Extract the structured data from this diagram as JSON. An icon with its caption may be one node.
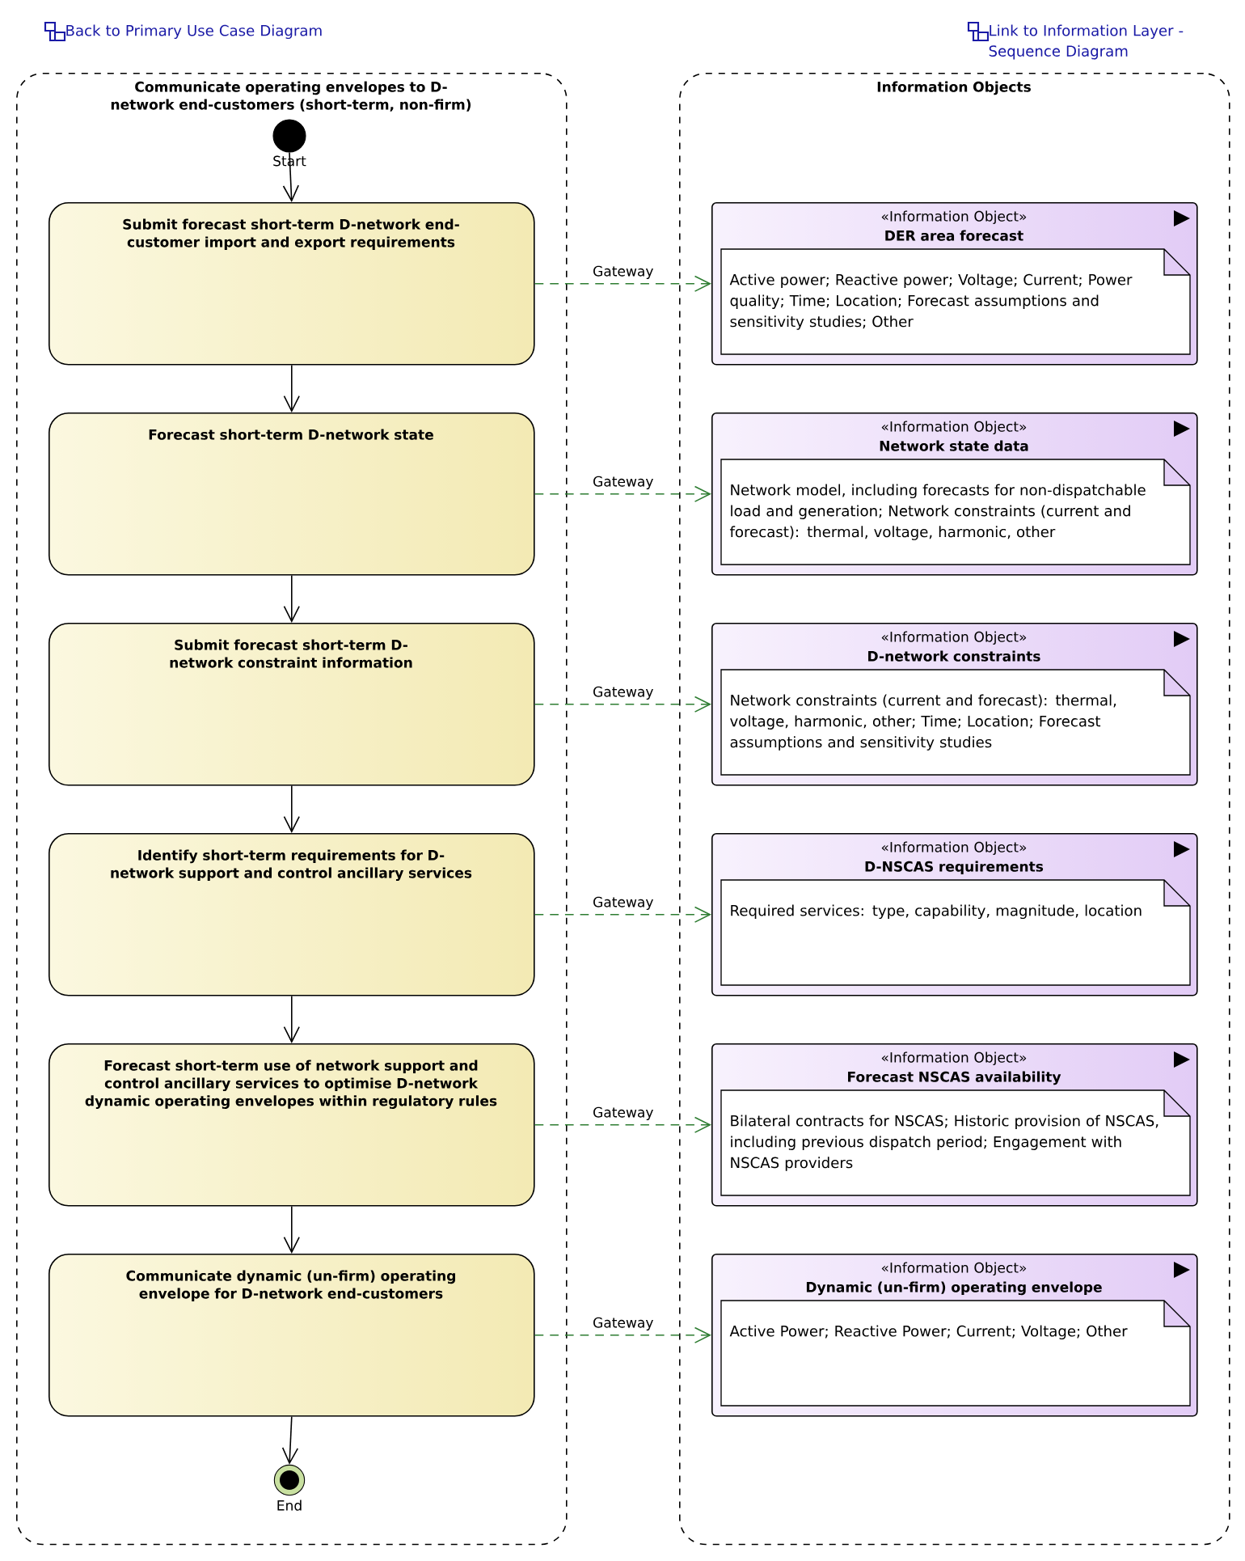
{
  "diagram": {
    "nodes": [
      {
        "text": [
          "Communicate operating envelopes to D-network end-customers (short-term, non-firm)"
        ]
      },
      {
        "text": [
          "Information Objects"
        ]
      },
      {
        "text": [],
        "shape": "circle",
        "beside": [
          "Start"
        ],
        "in": 0
      },
      {
        "text": [
          "Submit forecast short-term D-network end-customer import and export requirements"
        ],
        "in": 0
      },
      {
        "text": [
          "Forecast short-term D-network state"
        ],
        "in": 0
      },
      {
        "text": [
          "Submit forecast short-term D-network constraint information"
        ],
        "in": 0
      },
      {
        "text": [
          "Identify short-term requirements for D-network support and control ancillary services"
        ],
        "in": 0
      },
      {
        "text": [
          "Forecast short-term use of network support and control ancillary services to optimise D-network dynamic operating envelopes within regulatory rules"
        ],
        "in": 0
      },
      {
        "text": [
          "Communicate dynamic (un-firm) operating envelope for D-network end-customers"
        ],
        "in": 0
      },
      {
        "text": [],
        "shape": "circle",
        "beside": [
          "End"
        ],
        "in": 0
      },
      {
        "text": [
          "«Information Object»",
          "DER area forecast",
          "Active power; Reactive power; Voltage; Current; Power quality; Time; Location; Forecast assumptions and sensitivity studies; Other"
        ],
        "in": 1
      },
      {
        "text": [
          "«Information Object»",
          "Network state data",
          "Network model, including forecasts for non-dispatchable load and generation; Network constraints (current and forecast): thermal, voltage, harmonic, other"
        ],
        "in": 1
      },
      {
        "text": [
          "«Information Object»",
          "D-network constraints",
          "Network constraints (current and forecast): thermal, voltage, harmonic, other; Time; Location; Forecast assumptions and sensitivity studies"
        ],
        "in": 1
      },
      {
        "text": [
          "«Information Object»",
          "D-NSCAS requirements",
          "Required services: type, capability, magnitude, location"
        ],
        "in": 1
      },
      {
        "text": [
          "«Information Object»",
          "Forecast NSCAS availability",
          "Bilateral contracts for NSCAS; Historic provision of NSCAS, including previous dispatch period; Engagement with NSCAS providers"
        ],
        "in": 1
      },
      {
        "text": [
          "«Information Object»",
          "Dynamic (un-firm) operating envelope",
          "Active Power; Reactive Power; Current; Voltage; Other"
        ],
        "in": 1
      }
    ],
    "edges": [
      {
        "from": 2,
        "to": 3,
        "arrow": "to"
      },
      {
        "from": 3,
        "to": 4,
        "arrow": "to"
      },
      {
        "from": 4,
        "to": 5,
        "arrow": "to"
      },
      {
        "from": 5,
        "to": 6,
        "arrow": "to"
      },
      {
        "from": 6,
        "to": 7,
        "arrow": "to"
      },
      {
        "from": 7,
        "to": 8,
        "arrow": "to"
      },
      {
        "from": 8,
        "to": 9,
        "arrow": "to"
      },
      {
        "from": 3,
        "to": 10,
        "arrow": "to",
        "label": "Gateway",
        "style": "dashed",
        "color": "#2e7d32"
      },
      {
        "from": 4,
        "to": 11,
        "arrow": "to",
        "label": "Gateway",
        "style": "dashed",
        "color": "#2e7d32"
      },
      {
        "from": 5,
        "to": 12,
        "arrow": "to",
        "label": "Gateway",
        "style": "dashed",
        "color": "#2e7d32"
      },
      {
        "from": 6,
        "to": 13,
        "arrow": "to",
        "label": "Gateway",
        "style": "dashed",
        "color": "#2e7d32"
      },
      {
        "from": 7,
        "to": 14,
        "arrow": "to",
        "label": "Gateway",
        "style": "dashed",
        "color": "#2e7d32"
      },
      {
        "from": 8,
        "to": 15,
        "arrow": "to",
        "label": "Gateway",
        "style": "dashed",
        "color": "#2e7d32"
      }
    ],
    "labels": [
      "Back to Primary Use Case Diagram",
      "Link to Information Layer - Sequence Diagram"
    ]
  }
}
